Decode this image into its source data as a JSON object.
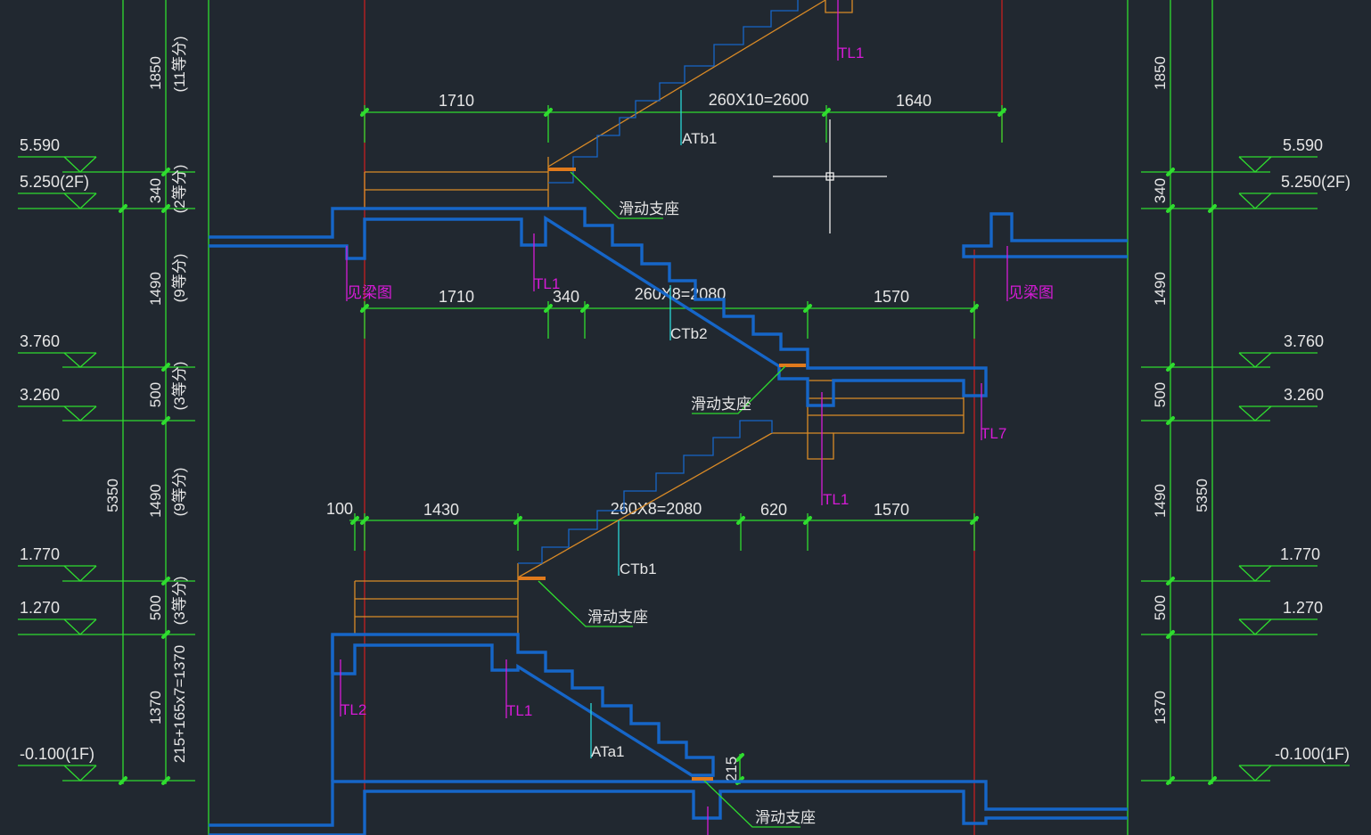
{
  "colors": {
    "background": "#212830",
    "dim_green": "#2fdc2f",
    "structure_blue": "#1666c8",
    "orange": "#d98a26",
    "magenta": "#d61bd6",
    "cyan": "#2ad6d6",
    "red_axis": "#c42020"
  },
  "elev_left": [
    "5.590",
    "5.250(2F)",
    "3.760",
    "3.260",
    "1.770",
    "1.270",
    "-0.100(1F)"
  ],
  "elev_right": [
    "5.590",
    "5.250(2F)",
    "3.760",
    "3.260",
    "1.770",
    "1.270",
    "-0.100(1F)"
  ],
  "vdim_left": {
    "s1850": "1850",
    "n1850": "(11等分)",
    "s340": "340",
    "n340": "(2等分)",
    "s1490a": "1490",
    "n1490a": "(9等分)",
    "s500a": "500",
    "n500a": "(3等分)",
    "s1490b": "1490",
    "n1490b": "(9等分)",
    "s500b": "500",
    "n500b": "(3等分)",
    "s1370": "1370",
    "n1370": "215+165x7=1370",
    "total": "5350"
  },
  "vdim_right": {
    "s1850": "1850",
    "s340": "340",
    "s1490a": "1490",
    "s500a": "500",
    "s1490b": "1490",
    "s500b": "500",
    "s1370": "1370",
    "total": "5350"
  },
  "hdim": {
    "r1": [
      "1710",
      "260X10=2600",
      "1640"
    ],
    "r2": [
      "1710",
      "340",
      "260X8=2080",
      "1570"
    ],
    "r3": [
      "100",
      "1430",
      "260X8=2080",
      "620",
      "1570"
    ],
    "d215": "215"
  },
  "labels": {
    "tl1_top": "TL1",
    "atb1": "ATb1",
    "slide1": "滑动支座",
    "see_beam_l": "见梁图",
    "tl1_mid": "TL1",
    "see_beam_r": "见梁图",
    "ctb2": "CTb2",
    "slide2": "滑动支座",
    "tl7": "TL7",
    "tl1_low": "TL1",
    "ctb1": "CTb1",
    "slide3": "滑动支座",
    "tl2": "TL2",
    "tl1_bot": "TL1",
    "ata1": "ATa1",
    "slide4": "滑动支座"
  }
}
